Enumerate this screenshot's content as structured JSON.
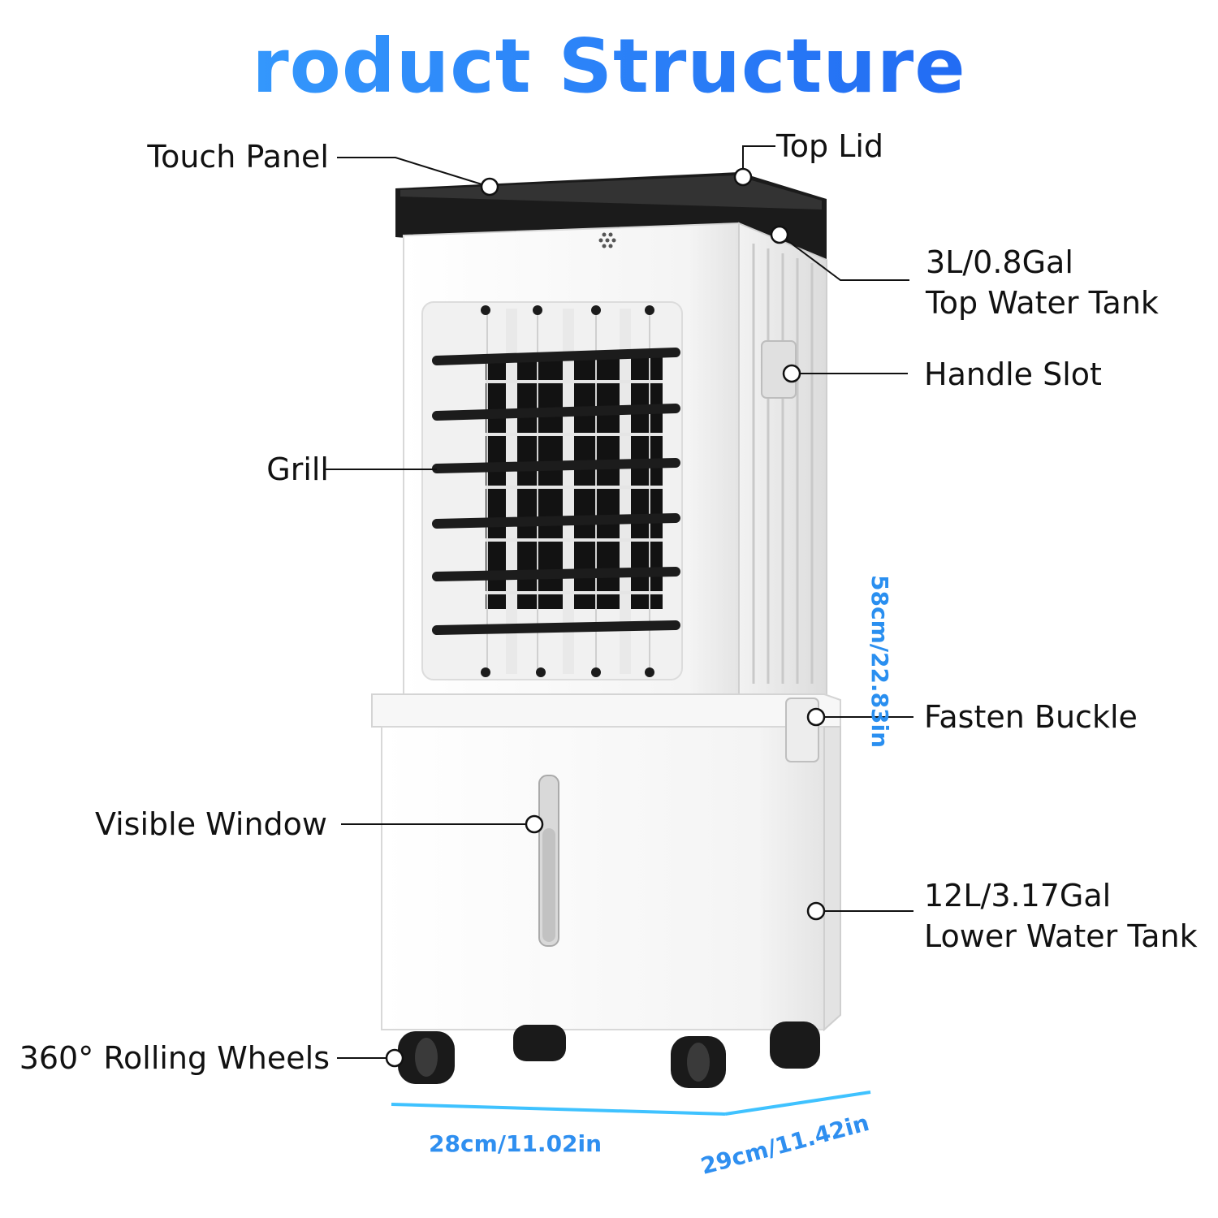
{
  "title": "roduct Structure",
  "colors": {
    "title_start": "#3aa7ff",
    "title_end": "#1c5cf0",
    "dimension": "#2f8ff0",
    "body": "#ffffff",
    "trim": "#1b1b1b"
  },
  "labels": {
    "touch_panel": "Touch Panel",
    "top_lid": "Top Lid",
    "top_tank_line1": "3L/0.8Gal",
    "top_tank_line2": "Top Water Tank",
    "handle_slot": "Handle Slot",
    "grill": "Grill",
    "fasten_buckle": "Fasten Buckle",
    "visible_window": "Visible Window",
    "lower_tank_line1": "12L/3.17Gal",
    "lower_tank_line2": "Lower Water Tank",
    "wheels": "360° Rolling Wheels"
  },
  "dimensions": {
    "height": "58cm/22.83in",
    "width": "28cm/11.02in",
    "depth": "29cm/11.42in"
  }
}
